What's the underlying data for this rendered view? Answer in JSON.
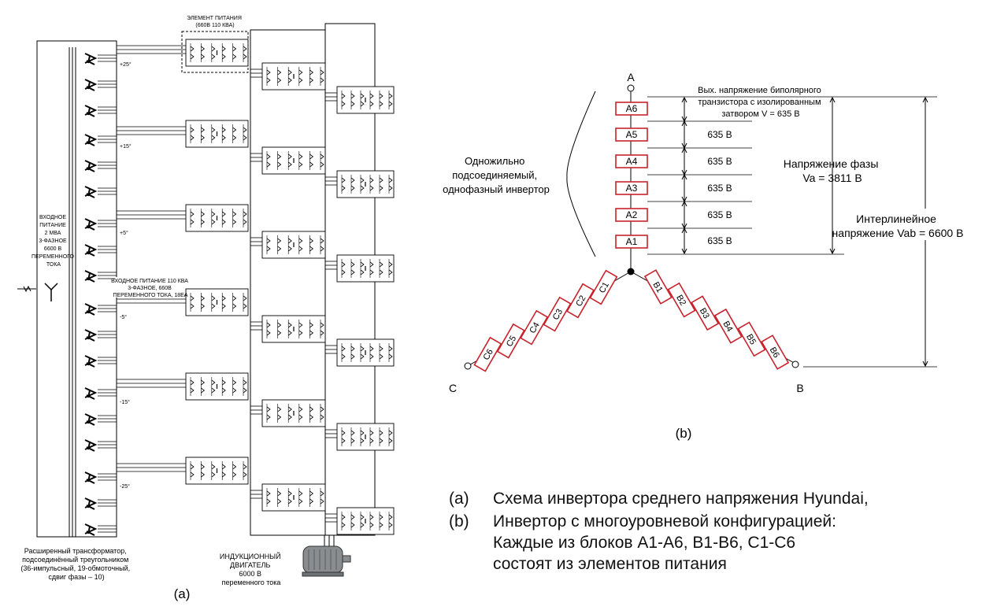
{
  "left": {
    "input_label": [
      "ВХОДНОЕ",
      "ПИТАНИЕ",
      "2 МВА",
      "3-ФАЗНОЕ",
      "6600 В",
      "ПЕРЕМЕННОГО",
      "ТОКА"
    ],
    "transformer_label": [
      "Расширенный трансформатор,",
      "подсоединённый треугольником",
      "(36-импульсный, 19-обмоточный,",
      "сдвиг фазы – 10)"
    ],
    "cell_label": [
      "ЭЛЕМЕНТ ПИТАНИЯ",
      "(660В 110 КВА)"
    ],
    "cell_input_label": [
      "ВХОДНОЕ ПИТАНИЕ 110 КВА",
      "3-ФАЗНОЕ, 660В",
      "ПЕРЕМЕННОГО ТОКА, 18ЕА"
    ],
    "motor_label": [
      "ИНДУКЦИОННЫЙ",
      "ДВИГАТЕЛЬ",
      "6000 В",
      "переменного тока"
    ],
    "phase_shifts": [
      "+25°",
      "+15°",
      "+5°",
      "-5°",
      "-15°",
      "-25°"
    ],
    "figure_label": "(a)"
  },
  "right": {
    "node_a": "A",
    "node_b": "B",
    "node_c": "C",
    "a_cells": [
      "A6",
      "A5",
      "A4",
      "A3",
      "A2",
      "A1"
    ],
    "b_cells": [
      "B1",
      "B2",
      "B3",
      "B4",
      "B5",
      "B6"
    ],
    "c_cells": [
      "C1",
      "C2",
      "C3",
      "C4",
      "C5",
      "C6"
    ],
    "igbt_label": [
      "Вых. напряжение биполярного",
      "транзистора с изолированным",
      "затвором  V = 635 В"
    ],
    "cell_voltage": "635 В",
    "phase_voltage_label": [
      "Напряжение фазы",
      "Va = 3811 В"
    ],
    "line_voltage_label": [
      "Интерлинейное",
      "напряжение Vab = 6600 В"
    ],
    "inverter_label": [
      "Одножильно",
      "подсоединяемый,",
      "однофазный инвертор"
    ],
    "figure_label": "(b)"
  },
  "caption": {
    "a_marker": "(a)",
    "a_text": "Схема инвертора среднего напряжения Hyundai,",
    "b_marker": "(b)",
    "b_text": "Инвертор с многоуровневой конфигурацией: Каждые из блоков A1-A6, B1-B6, C1-C6 состоят из элементов питания"
  },
  "colors": {
    "cell_outline": "#c8232c",
    "line": "#000000"
  }
}
